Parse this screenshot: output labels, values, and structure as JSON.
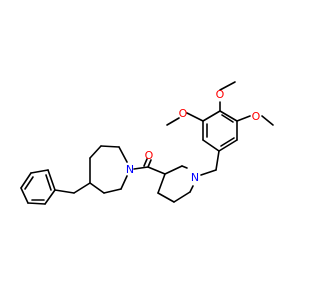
{
  "molecule": {
    "atom_labels": {
      "o_carbonyl": "O",
      "n_piperidine_left": "N",
      "n_piperidine_right": "N",
      "o_methoxy_left": "O",
      "o_methoxy_top": "O",
      "o_methoxy_right": "O"
    }
  },
  "colors": {
    "bond": "#000000",
    "oxygen": "#ff0000",
    "nitrogen": "#0000ff",
    "background": "#ffffff"
  }
}
